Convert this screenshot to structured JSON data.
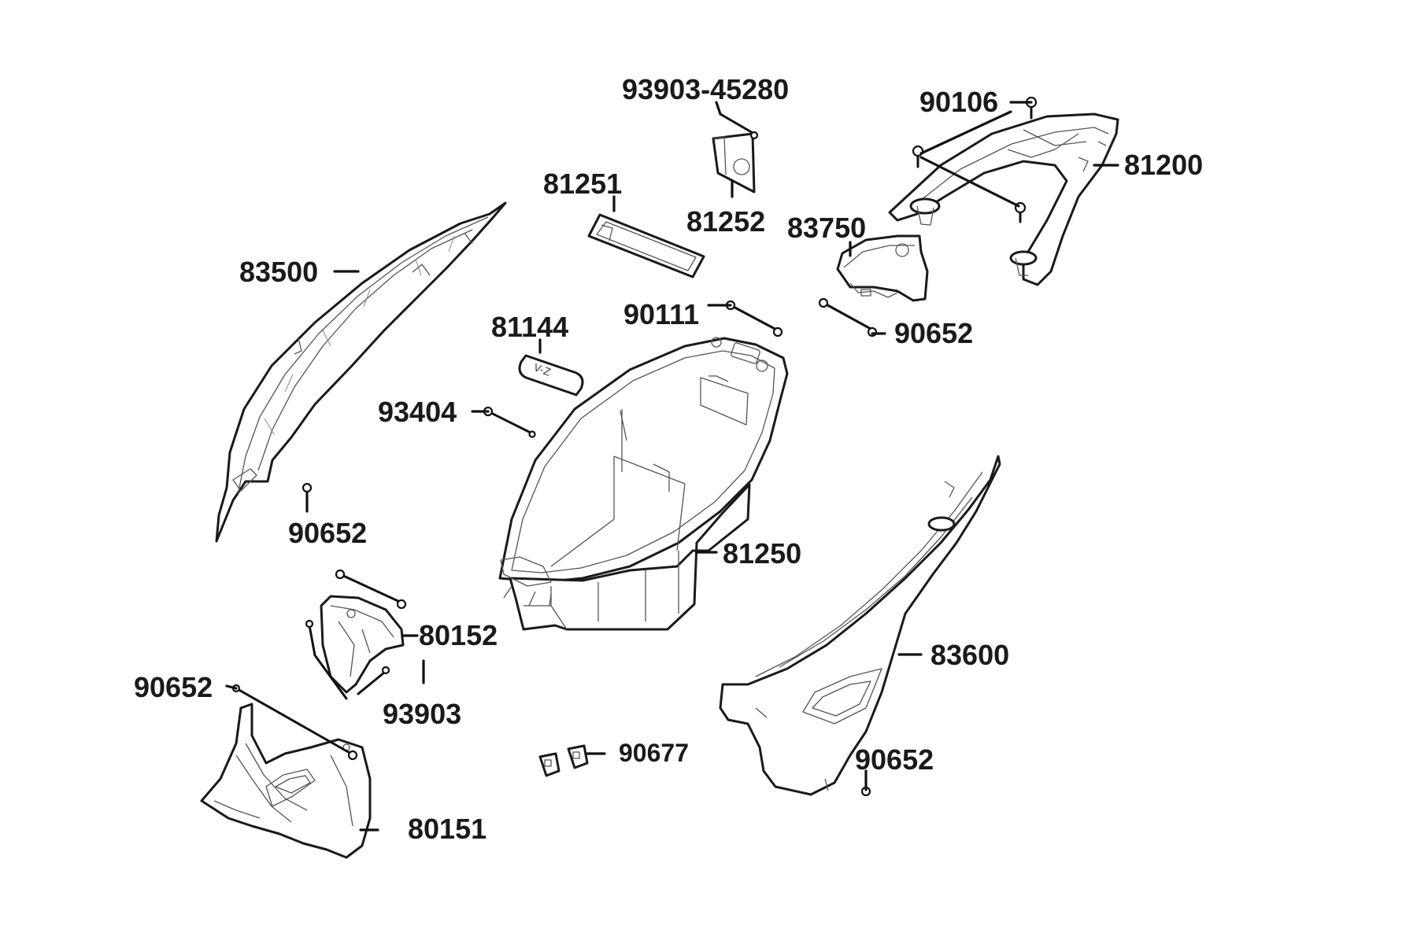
{
  "labels": {
    "p93903_45280": "93903-45280",
    "p90106": "90106",
    "p81200": "81200",
    "p81251": "81251",
    "p81252": "81252",
    "p83750": "83750",
    "p83500": "83500",
    "p90111": "90111",
    "p90652_a": "90652",
    "p81144": "81144",
    "p93404": "93404",
    "p90652_b": "90652",
    "p81250": "81250",
    "p80152": "80152",
    "p83600": "83600",
    "p90652_c": "90652",
    "p93903": "93903",
    "p90677": "90677",
    "p90652_d": "90652",
    "p80151": "80151"
  },
  "colors": {
    "line": "#1a1a1a",
    "background": "#ffffff",
    "detail": "#555555"
  }
}
